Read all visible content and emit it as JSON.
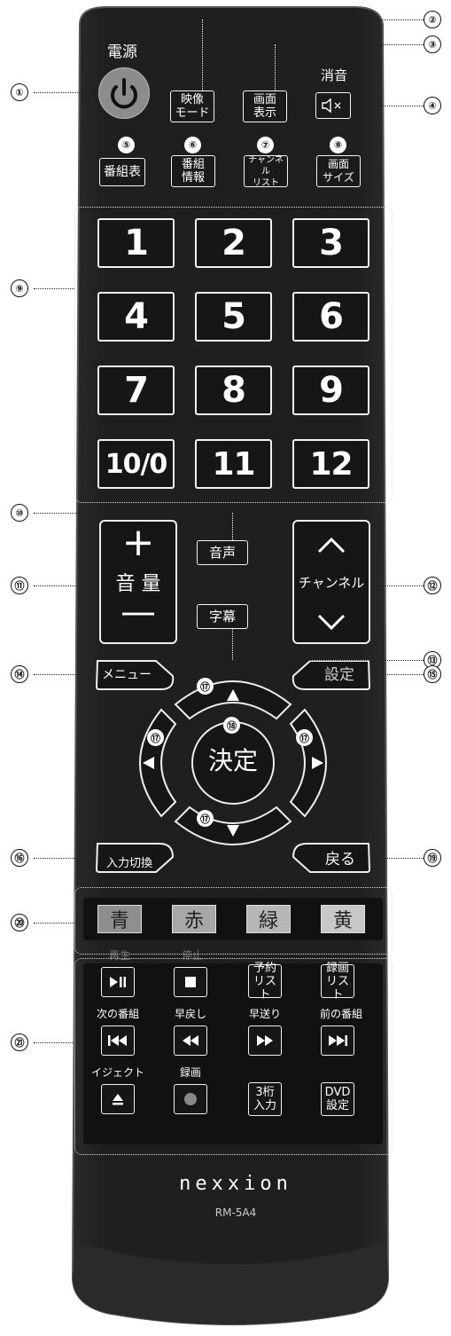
{
  "power": {
    "label": "電源"
  },
  "mute": {
    "label": "消音"
  },
  "top_buttons": [
    {
      "label": "映像\nモード"
    },
    {
      "label": "画面\n表示"
    },
    {
      "label": "番組表"
    },
    {
      "label": "番組\n情報"
    },
    {
      "label": "チャンネル\nリスト"
    },
    {
      "label": "画面\nサイズ"
    }
  ],
  "numbers": [
    "1",
    "2",
    "3",
    "4",
    "5",
    "6",
    "7",
    "8",
    "9",
    "10/0",
    "11",
    "12"
  ],
  "audio": {
    "label": "音声"
  },
  "subtitle": {
    "label": "字幕"
  },
  "volume": {
    "plus": "+",
    "label": "音 量",
    "minus": "—"
  },
  "channel": {
    "label": "チャンネル"
  },
  "menu": {
    "label": "メニュー"
  },
  "settings": {
    "label": "設定"
  },
  "enter": {
    "label": "決定"
  },
  "input": {
    "label": "入力切換"
  },
  "back": {
    "label": "戻る"
  },
  "color_buttons": [
    {
      "label": "青",
      "color": "#8e8e8e"
    },
    {
      "label": "赤",
      "color": "#a8a8a8"
    },
    {
      "label": "緑",
      "color": "#b6b6b6"
    },
    {
      "label": "黄",
      "color": "#c8c8c8"
    }
  ],
  "color_sublabels": [
    "再生",
    "停止"
  ],
  "playback": {
    "row1": [
      {
        "label": "",
        "icon": "play-pause-icon"
      },
      {
        "label": "",
        "icon": "stop-icon"
      },
      {
        "label": "予約\nリスト"
      },
      {
        "label": "録画\nリスト"
      }
    ],
    "row2_labels": [
      "次の番組",
      "早戻し",
      "早送り",
      "前の番組"
    ],
    "row2": [
      {
        "label": "",
        "icon": "skip-back-icon"
      },
      {
        "label": "",
        "icon": "rewind-icon"
      },
      {
        "label": "",
        "icon": "fast-forward-icon"
      },
      {
        "label": "",
        "icon": "skip-forward-icon"
      }
    ],
    "row3_labels": [
      "イジェクト",
      "録画"
    ],
    "row3": [
      {
        "label": "",
        "icon": "eject-icon"
      },
      {
        "label": "",
        "icon": "record-icon"
      },
      {
        "label": "3桁\n入力"
      },
      {
        "label": "DVD\n設定"
      }
    ]
  },
  "brand": {
    "name": "nexxion",
    "model": "RM-5A4"
  },
  "callouts": [
    "①",
    "②",
    "③",
    "④",
    "⑤",
    "⑥",
    "⑦",
    "⑧",
    "⑨",
    "⑩",
    "⑪",
    "⑫",
    "⑬",
    "⑭",
    "⑮",
    "⑯",
    "⑰",
    "⑱",
    "⑲",
    "⑳",
    "㉑"
  ],
  "colors": {
    "body": "#1c1c1c",
    "body_edge": "#3a3a3a",
    "power_button": "#8c8c8c"
  }
}
